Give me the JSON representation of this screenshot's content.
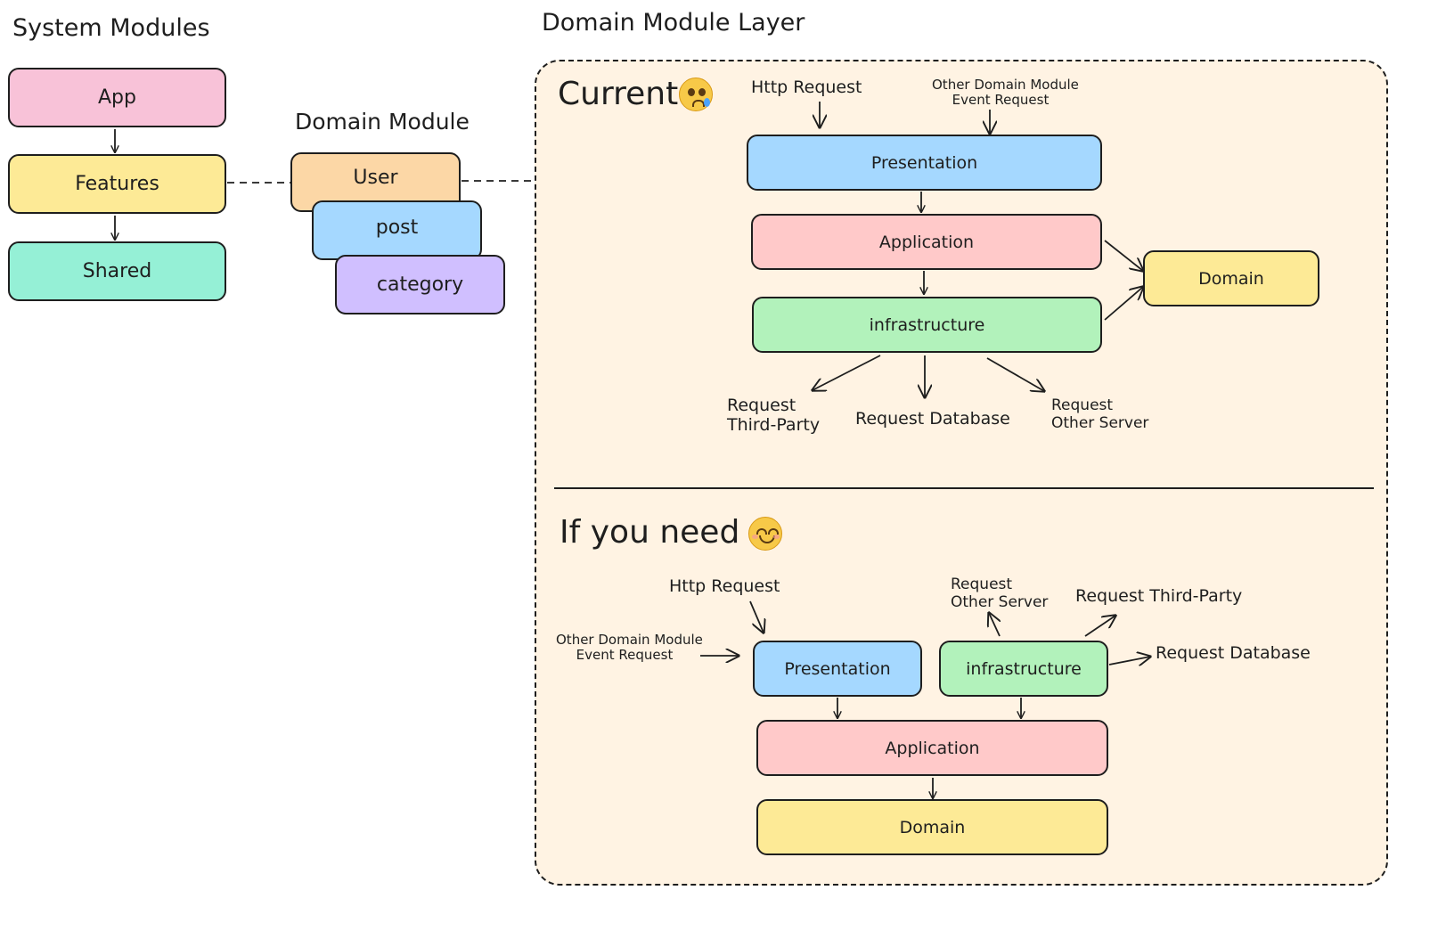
{
  "system_modules": {
    "title": "System Modules",
    "items": [
      "App",
      "Features",
      "Shared"
    ]
  },
  "domain_module": {
    "title": "Domain Module",
    "items": [
      "User",
      "post",
      "category"
    ]
  },
  "layer": {
    "title": "Domain Module Layer",
    "current": {
      "heading": "Current",
      "inputs": [
        "Http Request",
        "Other Domain Module",
        "Event Request"
      ],
      "boxes": [
        "Presentation",
        "Application",
        "infrastructure",
        "Domain"
      ],
      "outputs": {
        "third_party": [
          "Request",
          "Third-Party"
        ],
        "database": "Request Database",
        "other_server": [
          "Request",
          "Other Server"
        ]
      }
    },
    "if_you_need": {
      "heading": "If you need",
      "inputs": [
        "Http Request",
        "Other Domain Module",
        "Event Request"
      ],
      "boxes": [
        "Presentation",
        "infrastructure",
        "Application",
        "Domain"
      ],
      "outputs": {
        "other_server": [
          "Request",
          "Other Server"
        ],
        "third_party": "Request Third-Party",
        "database": "Request Database"
      }
    }
  },
  "colors": {
    "pink": "#f8c2d8",
    "yellow": "#fdea96",
    "teal": "#95f0d6",
    "orange": "#fcd7a6",
    "blue": "#a5d8ff",
    "purple": "#d0bfff",
    "red": "#ffc9c9",
    "green": "#b2f2bb",
    "panel": "#fff3e3"
  }
}
